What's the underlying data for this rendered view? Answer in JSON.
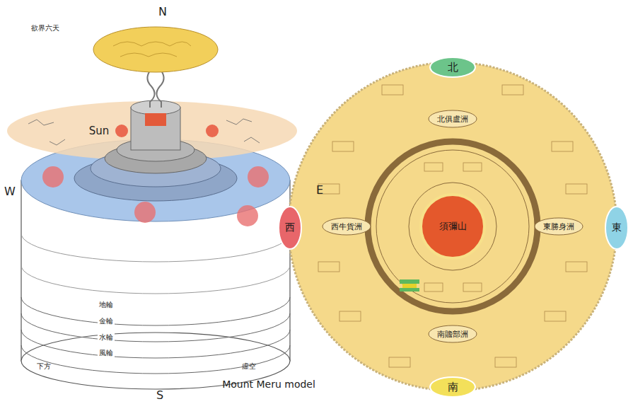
{
  "diagram": {
    "nodes": [
      {
        "text": [
          "北"
        ]
      },
      {
        "text": [
          "西"
        ]
      },
      {
        "text": [
          "東"
        ]
      },
      {
        "text": [
          "南"
        ]
      },
      {
        "text": [
          "須彌山"
        ]
      },
      {
        "text": [
          "北俱盧洲"
        ]
      },
      {
        "text": [
          "西牛貨洲"
        ]
      },
      {
        "text": [
          "東勝身洲"
        ]
      },
      {
        "text": [
          "南贍部洲"
        ]
      }
    ],
    "labels": [
      "N",
      "W",
      "E",
      "S",
      "Sun",
      "Mount Meru model",
      "欲界六天",
      "下方",
      "虛空",
      "地輪",
      "金輪",
      "水輪",
      "風輪"
    ]
  }
}
